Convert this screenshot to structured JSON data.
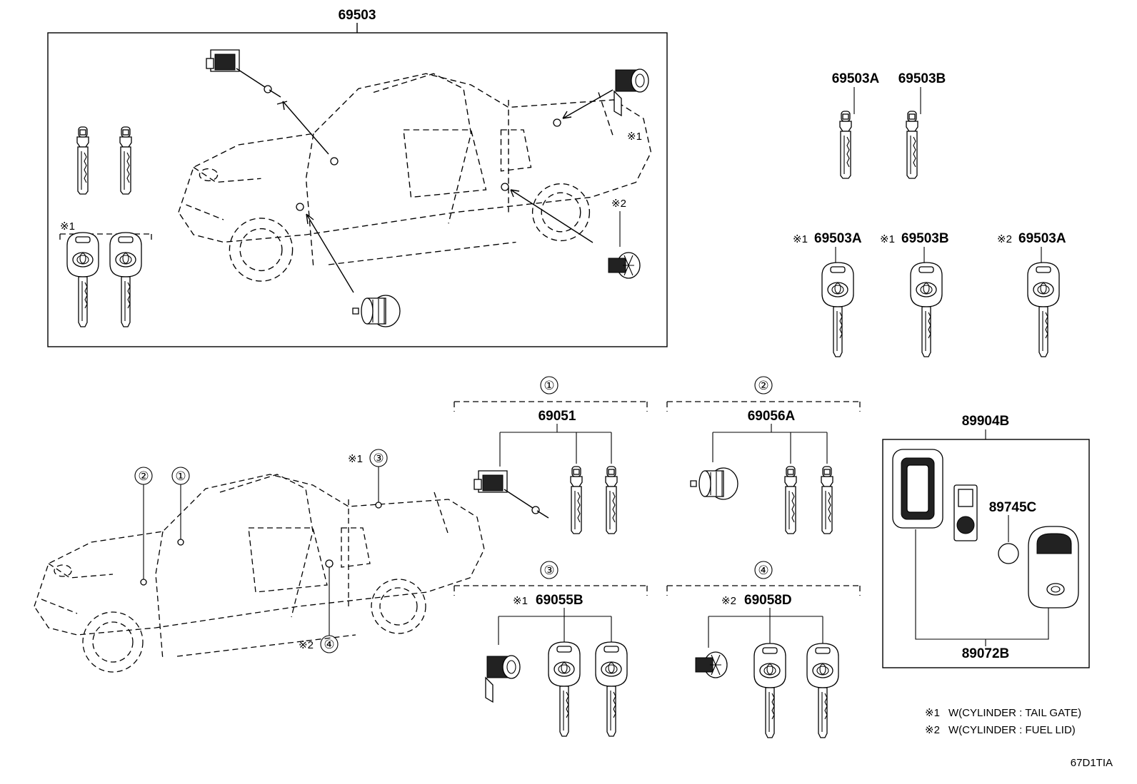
{
  "diagram": {
    "main_assembly": {
      "part_no": "69503"
    },
    "markers": {
      "note1": "※1",
      "note2": "※2"
    },
    "keys_top": [
      {
        "label": "69503A"
      },
      {
        "label": "69503B"
      }
    ],
    "keys_mid": [
      {
        "note": "※1",
        "label": "69503A"
      },
      {
        "note": "※1",
        "label": "69503B"
      },
      {
        "note": "※2",
        "label": "69503A"
      }
    ],
    "callouts": {
      "c1": "①",
      "c2": "②",
      "c3": "③",
      "c4": "④"
    },
    "groups": [
      {
        "circle": "①",
        "note": "",
        "part_no": "69051"
      },
      {
        "circle": "②",
        "note": "",
        "part_no": "69056A"
      },
      {
        "circle": "③",
        "note": "※1",
        "part_no": "69055B"
      },
      {
        "circle": "④",
        "note": "※2",
        "part_no": "69058D"
      }
    ],
    "remote": {
      "part_no": "89904B",
      "battery": "89745C",
      "transmitter": "89072B"
    },
    "legend": [
      {
        "mark": "※1",
        "text": "W(CYLINDER : TAIL GATE)"
      },
      {
        "mark": "※2",
        "text": "W(CYLINDER : FUEL LID)"
      }
    ],
    "diagram_code": "67D1TIA"
  }
}
